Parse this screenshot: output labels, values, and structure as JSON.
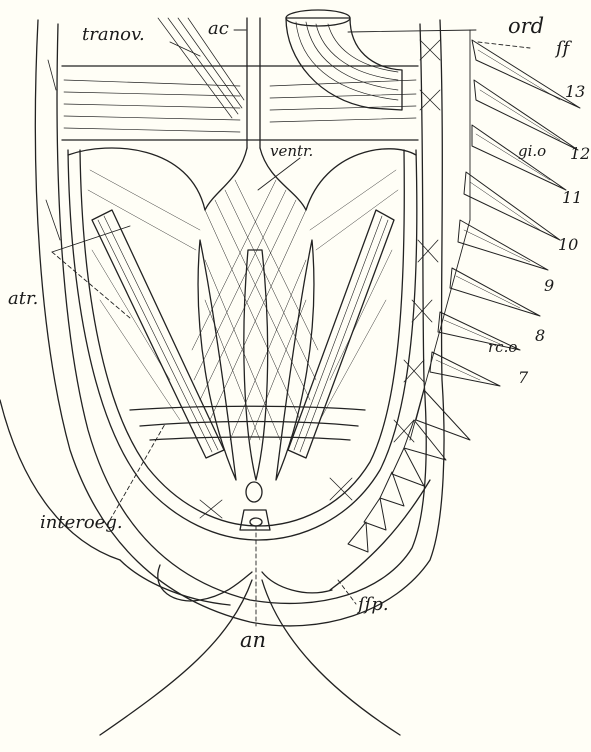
{
  "labels": {
    "transv": "tranov.",
    "ac": "ac",
    "ord": "ord",
    "sf": "ſf",
    "ventr": "ventr.",
    "gio": "gi.o",
    "rco": "rc.o",
    "atr": "atr.",
    "interseg": "interoeg.",
    "ssp": "ſſp.",
    "an": "an"
  },
  "segment_numbers": [
    "13",
    "12",
    "11",
    "10",
    "9",
    "8",
    "7"
  ]
}
